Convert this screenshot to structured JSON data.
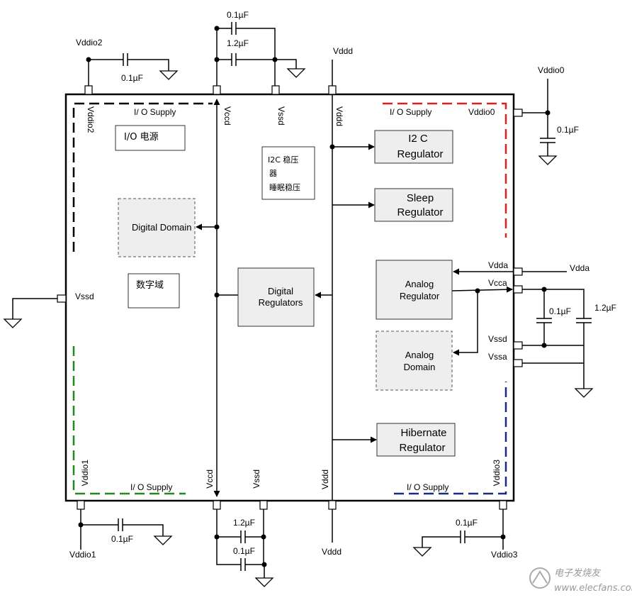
{
  "colors": {
    "line": "#000000",
    "box_fill": "#eeeeee",
    "io_black": "#000000",
    "io_red": "#e02020",
    "io_green": "#208a20",
    "io_navy": "#1a2a80",
    "watermark": "#999999"
  },
  "top_pins": {
    "vddio2": "Vddio2",
    "cap_vddio2": "0.1µF",
    "cap_vccd_top_a": "0.1µF",
    "cap_vccd_top_b": "1.2µF",
    "vddd": "Vddd",
    "vddio0": "Vddio0",
    "cap_vddio0": "0.1µF"
  },
  "side_pins": {
    "vssd_left": "Vssd",
    "vdda_ext": "Vdda",
    "cap_vcca_a": "0.1µF",
    "cap_vcca_b": "1.2µF"
  },
  "bottom_pins": {
    "vddio1": "Vddio1",
    "cap_vddio1": "0.1µF",
    "cap_vccd_bot_a": "1.2µF",
    "cap_vccd_bot_b": "0.1µF",
    "vddd": "Vddd",
    "vddio3": "Vddio3",
    "cap_vddio3": "0.1µF"
  },
  "inner_labels": {
    "vddio2_v": "Vddio2",
    "vccd_top_v": "Vccd",
    "vssd_top_v": "Vssd",
    "vddd_top_v": "Vddd",
    "io_supply_tl": "I/ O Supply",
    "io_supply_tr": "I/ O Supply",
    "vddio0_in": "Vddio0",
    "vssd_left_in": "Vssd",
    "vdda_in": "Vdda",
    "vcca_in": "Vcca",
    "vssd_right_in": "Vssd",
    "vssa_in": "Vssa",
    "vddio1_v": "Vddio1",
    "io_supply_bl": "I/ O Supply",
    "vccd_bot_v": "Vccd",
    "vssd_bot_v": "Vssd",
    "vddd_bot_v": "Vddd",
    "io_supply_br": "I/ O Supply",
    "vddio3_v": "Vddio3"
  },
  "boxes": {
    "io_power_cn": "I/O 电源",
    "i2c_sleep_cn_1": "I2C 稳压",
    "i2c_sleep_cn_2": "器",
    "i2c_sleep_cn_3": "睡眠稳压",
    "digital_domain": "Digital Domain",
    "digital_domain_cn": "数字域",
    "digital_regulators_1": "Digital",
    "digital_regulators_2": "Regulators",
    "i2c_regulator_1": "I2 C",
    "i2c_regulator_2": "Regulator",
    "sleep_regulator_1": "Sleep",
    "sleep_regulator_2": "Regulator",
    "analog_regulator_1": "Analog",
    "analog_regulator_2": "Regulator",
    "analog_domain_1": "Analog",
    "analog_domain_2": "Domain",
    "hibernate_regulator_1": "Hibernate",
    "hibernate_regulator_2": "Regulator"
  },
  "watermark": {
    "text": "电子发烧友",
    "url": "www.elecfans.com"
  }
}
